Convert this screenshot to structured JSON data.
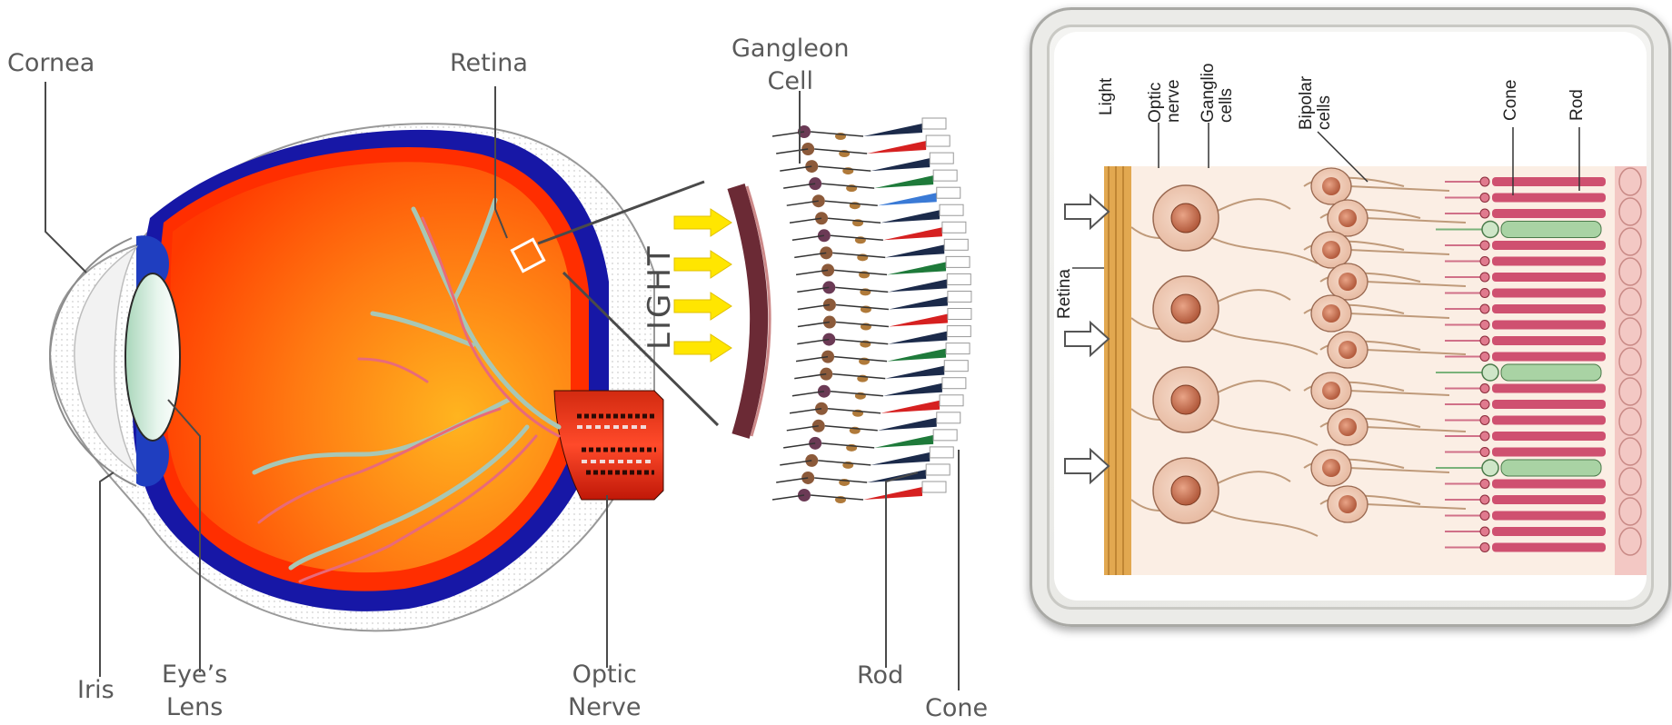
{
  "eye_labels": {
    "cornea": "Cornea",
    "retina": "Retina",
    "iris": "Iris",
    "lens_line1": "Eye’s",
    "lens_line2": "Lens",
    "optic_line1": "Optic",
    "optic_line2": "Nerve"
  },
  "retina_labels": {
    "ganglion_line1": "Gangleon",
    "ganglion_line2": "Cell",
    "light": "LIGHT",
    "rod": "Rod",
    "cone": "Cone"
  },
  "detail_labels": {
    "light": "Light",
    "optic_line1": "Optic",
    "optic_line2": "nerve",
    "ganglion_line1": "Ganglio",
    "ganglion_line2": "cells",
    "bipolar_line1": "Bipolar",
    "bipolar_line2": "cells",
    "cone": "Cone",
    "rod": "Rod",
    "retina": "Retina"
  },
  "colors": {
    "eye_outer": "#1a1aa8",
    "eye_inner": "#ff3300",
    "vitreous": "#ffa21a",
    "lens": "#cfe9d9",
    "rod_cell": "#cc4466",
    "cone_cell": "#9ec99a",
    "arrow": "#ffe600"
  }
}
